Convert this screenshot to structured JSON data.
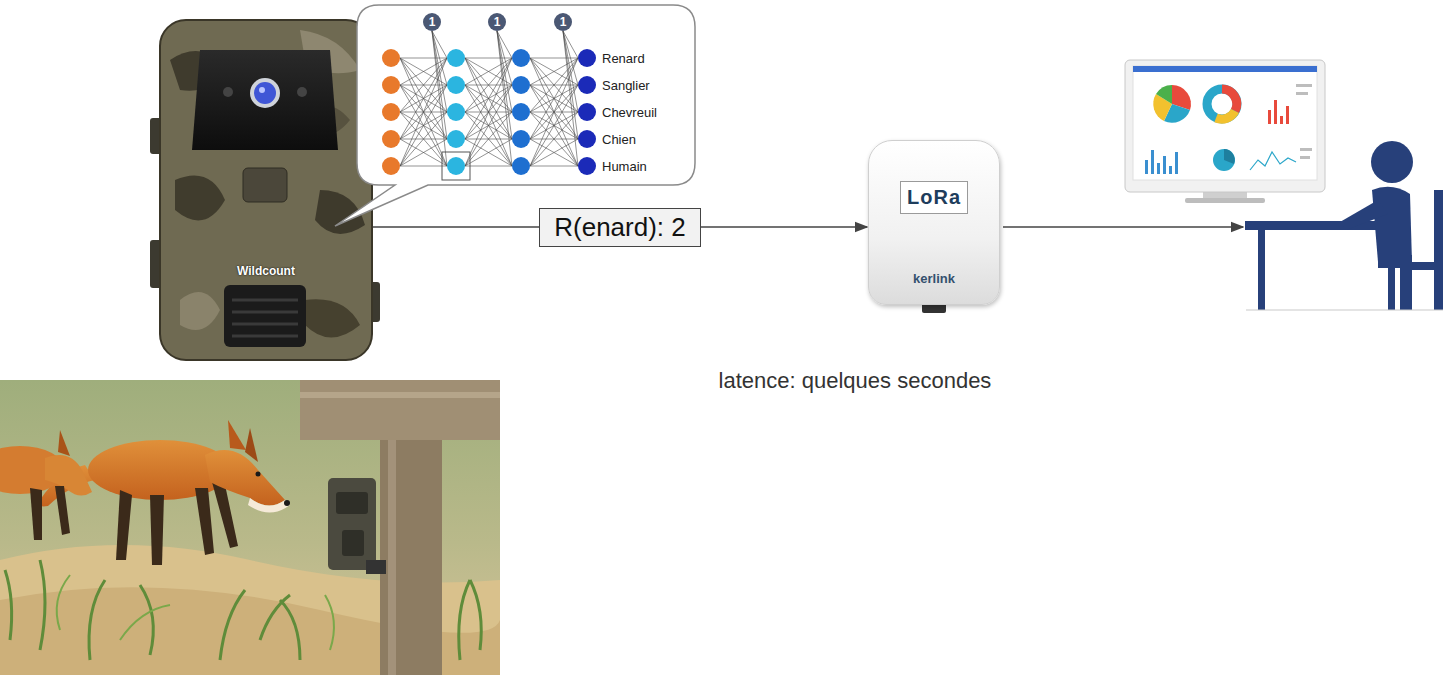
{
  "diagram": {
    "nodes": [
      {
        "text": [
          "Wildcount"
        ]
      },
      {
        "text": [
          "LoRa",
          "kerlink"
        ]
      }
    ],
    "edges": [
      {
        "from": 0,
        "to": 1,
        "arrow": "to",
        "label": "R(enard): 2"
      }
    ],
    "labels": [
      "1",
      "1",
      "1",
      "Renard",
      "Sanglier",
      "Chevreuil",
      "Chien",
      "Humain",
      "latence: quelques secondes"
    ]
  }
}
